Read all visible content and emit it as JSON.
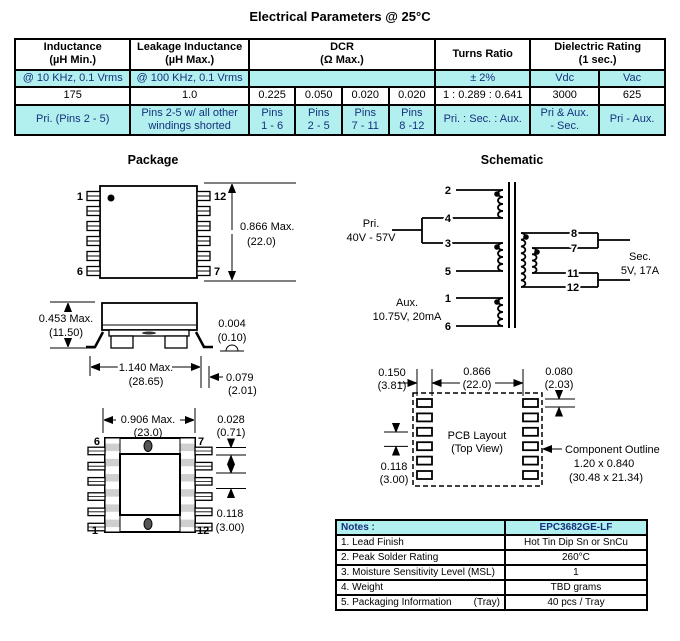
{
  "title": "Electrical Parameters @ 25°C",
  "colors": {
    "highlight_cyan": "#b2f0f0",
    "highlight_text_navy": "#15307c",
    "line_black": "#000000"
  },
  "params_table": {
    "headers": {
      "inductance": "Inductance\n(µH Min.)",
      "leakage": "Leakage Inductance\n(µH Max.)",
      "dcr": "DCR\n(Ω Max.)",
      "turns_ratio": "Turns Ratio",
      "dielectric": "Dielectric Rating\n(1 sec.)"
    },
    "conditions": {
      "inductance": "@ 10 KHz, 0.1 Vrms",
      "leakage": "@ 100 KHz, 0.1 Vrms",
      "dcr": "",
      "turns_ratio": "± 2%",
      "vdc": "Vdc",
      "vac": "Vac"
    },
    "values": {
      "inductance": "175",
      "leakage": "1.0",
      "dcr": [
        "0.225",
        "0.050",
        "0.020",
        "0.020"
      ],
      "turns_ratio": "1 : 0.289 : 0.641",
      "vdc": "3000",
      "vac": "625"
    },
    "windings": {
      "inductance": "Pri. (Pins  2 - 5)",
      "leakage": "Pins 2-5 w/ all other\nwindings shorted",
      "dcr": [
        "Pins\n1 - 6",
        "Pins\n2 - 5",
        "Pins\n7 - 11",
        "Pins\n8 -12"
      ],
      "turns_ratio": "Pri. : Sec. : Aux.",
      "vdc": "Pri & Aux.\n- Sec.",
      "vac": "Pri - Aux."
    }
  },
  "package": {
    "heading": "Package",
    "top_view": {
      "pin_tl": "1",
      "pin_bl": "6",
      "pin_tr": "12",
      "pin_br": "7",
      "height_in": "0.866 Max.",
      "height_mm": "(22.0)"
    },
    "side_view": {
      "height_in": "0.453 Max.",
      "height_mm": "(11.50)",
      "coplanarity_in": "0.004",
      "coplanarity_mm": "(0.10)",
      "length_in": "1.140 Max.",
      "length_mm": "(28.65)",
      "lead_in": "0.079",
      "lead_mm": "(2.01)"
    },
    "bottom_view": {
      "pin_tl": "6",
      "pin_tr": "7",
      "pin_bl": "1",
      "pin_br": "12",
      "width_in": "0.906 Max.",
      "width_mm": "(23.0)",
      "lead_w_in": "0.028",
      "lead_w_mm": "(0.71)",
      "pitch_in": "0.118",
      "pitch_mm": "(3.00)"
    }
  },
  "schematic": {
    "heading": "Schematic",
    "primary_label": "Pri.",
    "primary_voltage": "40V - 57V",
    "aux_label": "Aux.",
    "aux_spec": "10.75V, 20mA",
    "sec_label": "Sec.",
    "sec_spec": "5V, 17A",
    "left_pins": [
      "2",
      "4",
      "3",
      "5",
      "1",
      "6"
    ],
    "right_pins": [
      "8",
      "7",
      "11",
      "12"
    ]
  },
  "pcb": {
    "pad_w_in": "0.150",
    "pad_w_mm": "(3.81)",
    "span_in": "0.866",
    "span_mm": "(22.0)",
    "pad_h_in": "0.080",
    "pad_h_mm": "(2.03)",
    "pitch_in": "0.118",
    "pitch_mm": "(3.00)",
    "label_line1": "PCB Layout",
    "label_line2": "(Top View)",
    "outline_label": "Component Outline",
    "outline_in": "1.20 x 0.840",
    "outline_mm": "(30.48 x 21.34)"
  },
  "notes": {
    "header_label": "Notes :",
    "part_number": "EPC3682GE-LF",
    "rows": [
      {
        "label": "1.  Lead Finish",
        "value": "Hot Tin Dip Sn or SnCu"
      },
      {
        "label": "2.  Peak Solder Rating",
        "value": "260°C"
      },
      {
        "label": "3.  Moisture Sensitivity Level (MSL)",
        "value": "1"
      },
      {
        "label": "4.  Weight",
        "value": "TBD grams"
      },
      {
        "label": "5.  Packaging Information",
        "label_suffix": "(Tray)",
        "value": "40 pcs / Tray"
      }
    ]
  }
}
